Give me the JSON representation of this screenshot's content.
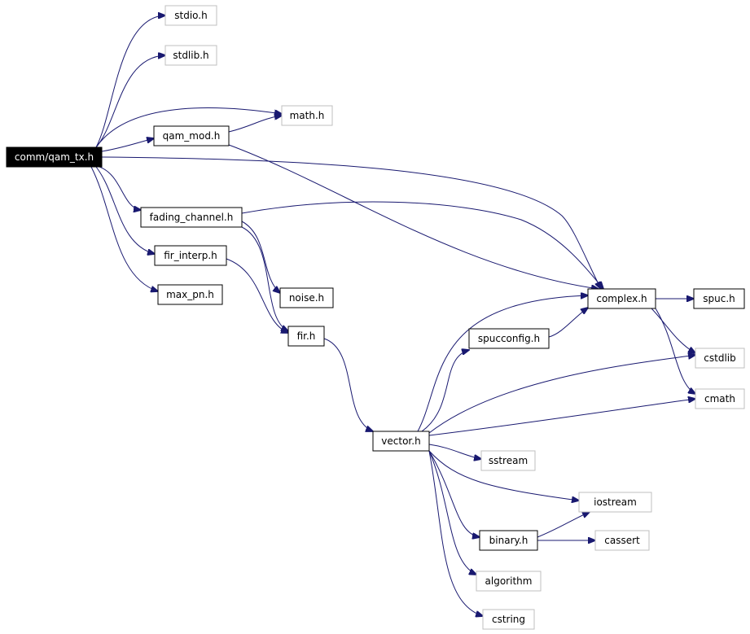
{
  "graph": {
    "colors": {
      "edge": "#191970",
      "node_border": "#000000",
      "external_border": "#bfbfbf",
      "root_fill": "#000000",
      "root_text": "#ffffff",
      "text": "#000000",
      "background": "#ffffff"
    },
    "nodes": {
      "qam_tx": {
        "label": "comm/qam_tx.h",
        "kind": "root"
      },
      "stdio": {
        "label": "stdio.h",
        "kind": "external"
      },
      "stdlib": {
        "label": "stdlib.h",
        "kind": "external"
      },
      "math": {
        "label": "math.h",
        "kind": "external"
      },
      "qam_mod": {
        "label": "qam_mod.h",
        "kind": "local"
      },
      "fading_channel": {
        "label": "fading_channel.h",
        "kind": "local"
      },
      "fir_interp": {
        "label": "fir_interp.h",
        "kind": "local"
      },
      "max_pn": {
        "label": "max_pn.h",
        "kind": "local"
      },
      "noise": {
        "label": "noise.h",
        "kind": "local"
      },
      "fir": {
        "label": "fir.h",
        "kind": "local"
      },
      "vector": {
        "label": "vector.h",
        "kind": "local"
      },
      "spucconfig": {
        "label": "spucconfig.h",
        "kind": "local"
      },
      "complex": {
        "label": "complex.h",
        "kind": "local"
      },
      "spuc": {
        "label": "spuc.h",
        "kind": "local"
      },
      "cstdlib": {
        "label": "cstdlib",
        "kind": "external"
      },
      "cmath": {
        "label": "cmath",
        "kind": "external"
      },
      "sstream": {
        "label": "sstream",
        "kind": "external"
      },
      "iostream": {
        "label": "iostream",
        "kind": "external"
      },
      "binary": {
        "label": "binary.h",
        "kind": "local"
      },
      "cassert": {
        "label": "cassert",
        "kind": "external"
      },
      "algorithm": {
        "label": "algorithm",
        "kind": "external"
      },
      "cstring": {
        "label": "cstring",
        "kind": "external"
      }
    },
    "edges": [
      [
        "qam_tx",
        "stdio"
      ],
      [
        "qam_tx",
        "stdlib"
      ],
      [
        "qam_tx",
        "math"
      ],
      [
        "qam_tx",
        "qam_mod"
      ],
      [
        "qam_tx",
        "complex"
      ],
      [
        "qam_tx",
        "fading_channel"
      ],
      [
        "qam_tx",
        "fir_interp"
      ],
      [
        "qam_tx",
        "max_pn"
      ],
      [
        "qam_mod",
        "math"
      ],
      [
        "qam_mod",
        "complex"
      ],
      [
        "fading_channel",
        "complex"
      ],
      [
        "fading_channel",
        "noise"
      ],
      [
        "fading_channel",
        "fir"
      ],
      [
        "fir_interp",
        "fir"
      ],
      [
        "fir",
        "vector"
      ],
      [
        "vector",
        "complex"
      ],
      [
        "vector",
        "spucconfig"
      ],
      [
        "vector",
        "cstdlib"
      ],
      [
        "vector",
        "cmath"
      ],
      [
        "vector",
        "sstream"
      ],
      [
        "vector",
        "iostream"
      ],
      [
        "vector",
        "binary"
      ],
      [
        "vector",
        "algorithm"
      ],
      [
        "vector",
        "cstring"
      ],
      [
        "spucconfig",
        "complex"
      ],
      [
        "complex",
        "spuc"
      ],
      [
        "complex",
        "cstdlib"
      ],
      [
        "complex",
        "cmath"
      ],
      [
        "binary",
        "iostream"
      ],
      [
        "binary",
        "cassert"
      ]
    ]
  }
}
